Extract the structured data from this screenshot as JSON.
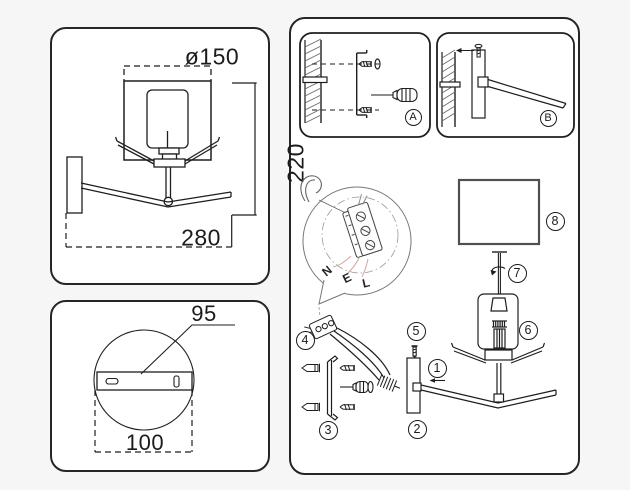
{
  "dimensions": {
    "shade_diameter": "ø150",
    "height": "220",
    "projection": "280",
    "bracket_length": "95",
    "base_width": "100"
  },
  "steps": {
    "a": "A",
    "b": "B"
  },
  "wiring": {
    "neutral": "N",
    "earth": "E",
    "live": "L"
  },
  "parts": {
    "p1": "1",
    "p2": "2",
    "p3": "3",
    "p4": "4",
    "p5": "5",
    "p6": "6",
    "p7": "7",
    "p8": "8"
  },
  "colors": {
    "line": "#1e1e1e",
    "panel_border": "#262626",
    "wire_leader": "#d4a59a",
    "background": "#f6f6f6"
  }
}
